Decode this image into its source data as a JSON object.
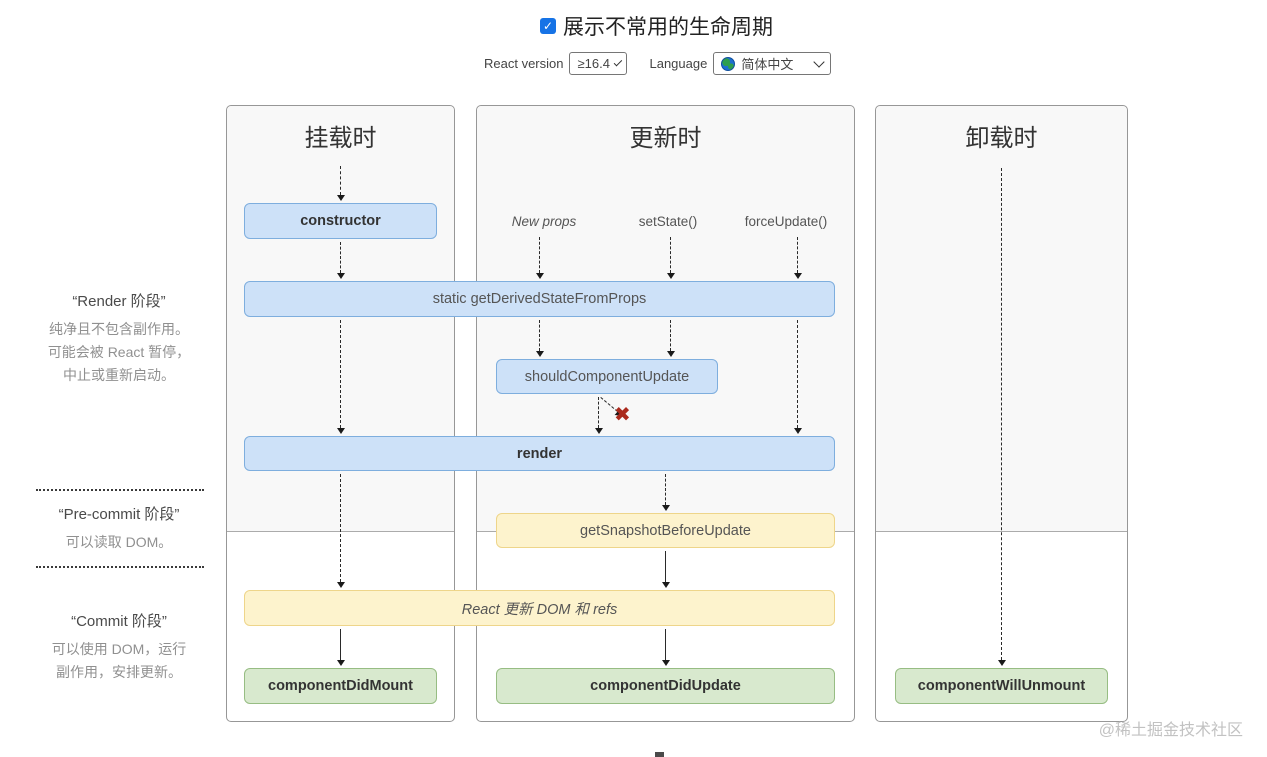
{
  "title": {
    "checkbox_checked": true,
    "label": "展示不常用的生命周期"
  },
  "controls": {
    "react_version": {
      "label": "React version",
      "value": "≥16.4"
    },
    "language": {
      "label": "Language",
      "value": "简体中文"
    }
  },
  "phases": {
    "render": {
      "title": "“Render 阶段”",
      "lines": [
        "纯净且不包含副作用。",
        "可能会被 React 暂停，",
        "中止或重新启动。"
      ]
    },
    "pre_commit": {
      "title": "“Pre-commit 阶段”",
      "lines": [
        "可以读取 DOM。"
      ]
    },
    "commit": {
      "title": "“Commit 阶段”",
      "lines": [
        "可以使用 DOM，运行",
        "副作用，安排更新。"
      ]
    }
  },
  "columns": {
    "mounting": {
      "title": "挂载时"
    },
    "updating": {
      "title": "更新时",
      "triggers": [
        "New props",
        "setState()",
        "forceUpdate()"
      ]
    },
    "unmounting": {
      "title": "卸载时"
    }
  },
  "boxes": {
    "constructor": "constructor",
    "get_derived_state_from_props": "static getDerivedStateFromProps",
    "should_component_update": "shouldComponentUpdate",
    "render": "render",
    "get_snapshot_before_update": "getSnapshotBeforeUpdate",
    "react_updates_dom": "React 更新 DOM 和 refs",
    "component_did_mount": "componentDidMount",
    "component_did_update": "componentDidUpdate",
    "component_will_unmount": "componentWillUnmount"
  },
  "icons": {
    "checkbox_check": "✓",
    "stop_x": "✖"
  },
  "watermark": "@稀土掘金技术社区",
  "colors": {
    "lifecycle_blue_fill": "#cde1f8",
    "lifecycle_blue_border": "#7eaede",
    "side_effect_yellow_fill": "#fdf3cd",
    "side_effect_yellow_border": "#eed58a",
    "commit_green_fill": "#d8e9ce",
    "commit_green_border": "#97bd83",
    "stop_red": "#ab2a1d",
    "checkbox_blue": "#1673e6",
    "panel_render_zone_bg": "#f8f8f8"
  }
}
